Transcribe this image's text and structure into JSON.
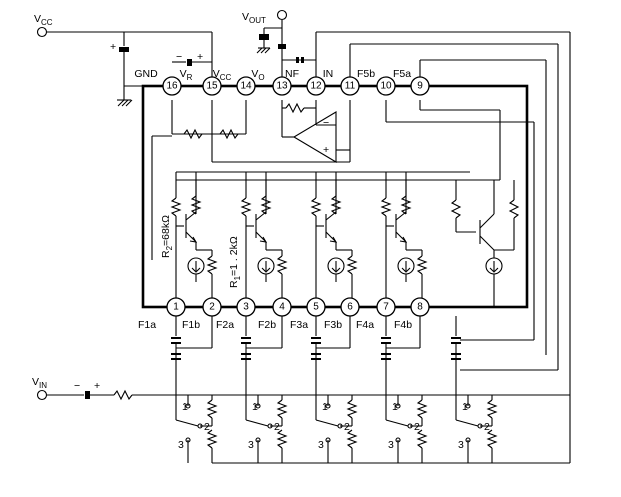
{
  "top_labels": {
    "vcc": "V",
    "vcc_sub": "CC",
    "vout": "V",
    "vout_sub": "OUT",
    "vin": "V",
    "vin_sub": "IN"
  },
  "top_pins": [
    {
      "num": "16",
      "label": "GND"
    },
    {
      "num": "15",
      "label": "V",
      "label_sub": "R"
    },
    {
      "num": "14",
      "label": "V",
      "label_sub": "CC"
    },
    {
      "num": "13",
      "label": "V",
      "label_sub": "O"
    },
    {
      "num": "12",
      "label": "NF"
    },
    {
      "num": "11",
      "label": "IN"
    },
    {
      "num": "10",
      "label": "F5b"
    },
    {
      "num": "9",
      "label": "F5a"
    }
  ],
  "bottom_pins": [
    {
      "num": "1",
      "label": "F1a"
    },
    {
      "num": "2",
      "label": "F1b"
    },
    {
      "num": "3",
      "label": "F2a"
    },
    {
      "num": "4",
      "label": "F2b"
    },
    {
      "num": "5",
      "label": "F3a"
    },
    {
      "num": "6",
      "label": "F3b"
    },
    {
      "num": "7",
      "label": "F4a"
    },
    {
      "num": "8",
      "label": "F4b"
    }
  ],
  "resistor_labels": {
    "r2": "R",
    "r2_sub": "2",
    "r2_val": "=68kΩ",
    "r1": "R",
    "r1_sub": "1",
    "r1_val": "=1 . 2kΩ"
  },
  "cap_marks": {
    "minus": "−",
    "plus": "+"
  },
  "switch_positions": [
    "1",
    "2",
    "3"
  ]
}
